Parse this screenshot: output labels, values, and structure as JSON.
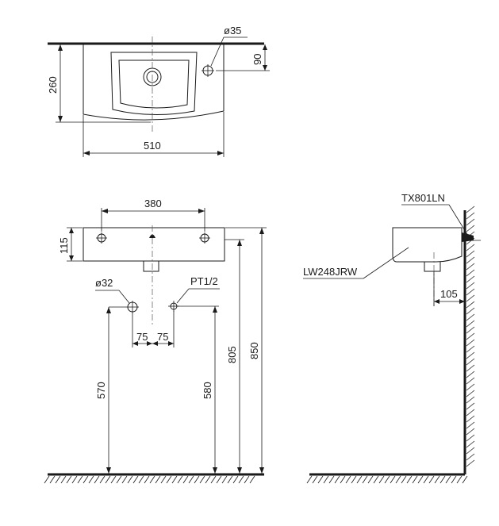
{
  "top_view": {
    "hole_diameter": "ø35",
    "depth": "260",
    "hole_offset": "90",
    "width": "510"
  },
  "front_view": {
    "hole_spacing": "380",
    "basin_height": "115",
    "drain_diameter": "ø32",
    "supply_thread": "PT1/2",
    "drain_left_offset": "75",
    "supply_right_offset": "75",
    "drain_height": "570",
    "supply_height": "580",
    "rim_height_under": "805",
    "rim_height_top": "850"
  },
  "side_view": {
    "bracket_model": "TX801LN",
    "basin_model": "LW248JRW",
    "wall_offset": "105"
  }
}
